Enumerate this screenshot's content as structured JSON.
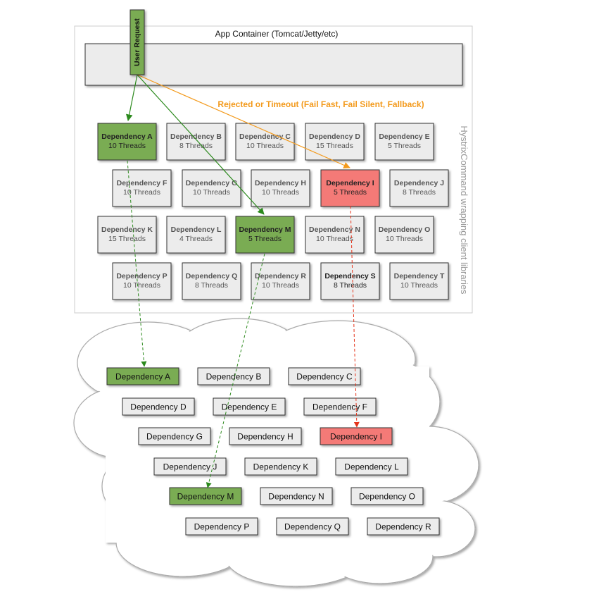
{
  "container_title": "App Container (Tomcat/Jetty/etc)",
  "user_request": "User Request",
  "rejected_label": "Rejected or Timeout (Fail Fast, Fail Silent, Fallback)",
  "side_label": "HystrixCommand wrapping client libraries",
  "colors": {
    "green": "#7aac53",
    "red": "#f47a77",
    "gray": "#ececec",
    "orange": "#f39a1c",
    "green_arrow": "#2c8a1d",
    "red_arrow": "#e5331a"
  },
  "pool_rows": [
    [
      {
        "name": "Dependency A",
        "threads": "10 Threads",
        "state": "green"
      },
      {
        "name": "Dependency B",
        "threads": "8 Threads",
        "state": "gray"
      },
      {
        "name": "Dependency C",
        "threads": "10 Threads",
        "state": "gray"
      },
      {
        "name": "Dependency D",
        "threads": "15 Threads",
        "state": "gray"
      },
      {
        "name": "Dependency E",
        "threads": "5 Threads",
        "state": "gray"
      }
    ],
    [
      {
        "name": "Dependency F",
        "threads": "10 Threads",
        "state": "gray"
      },
      {
        "name": "Dependency G",
        "threads": "10 Threads",
        "state": "gray"
      },
      {
        "name": "Dependency H",
        "threads": "10 Threads",
        "state": "gray"
      },
      {
        "name": "Dependency I",
        "threads": "5 Threads",
        "state": "red"
      },
      {
        "name": "Dependency J",
        "threads": "8 Threads",
        "state": "gray"
      }
    ],
    [
      {
        "name": "Dependency K",
        "threads": "15 Threads",
        "state": "gray"
      },
      {
        "name": "Dependency L",
        "threads": "4 Threads",
        "state": "gray"
      },
      {
        "name": "Dependency M",
        "threads": "5 Threads",
        "state": "green"
      },
      {
        "name": "Dependency N",
        "threads": "10 Threads",
        "state": "gray"
      },
      {
        "name": "Dependency O",
        "threads": "10 Threads",
        "state": "gray"
      }
    ],
    [
      {
        "name": "Dependency P",
        "threads": "10 Threads",
        "state": "gray"
      },
      {
        "name": "Dependency Q",
        "threads": "8 Threads",
        "state": "gray"
      },
      {
        "name": "Dependency R",
        "threads": "10 Threads",
        "state": "gray"
      },
      {
        "name": "Dependency S",
        "threads": "8 Threads",
        "state": "gray-bold"
      },
      {
        "name": "Dependency T",
        "threads": "10 Threads",
        "state": "gray"
      }
    ]
  ],
  "cloud_rows": [
    [
      {
        "name": "Dependency A",
        "state": "green"
      },
      {
        "name": "Dependency B",
        "state": "gray"
      },
      {
        "name": "Dependency C",
        "state": "gray"
      }
    ],
    [
      {
        "name": "Dependency D",
        "state": "gray"
      },
      {
        "name": "Dependency E",
        "state": "gray"
      },
      {
        "name": "Dependency F",
        "state": "gray"
      }
    ],
    [
      {
        "name": "Dependency G",
        "state": "gray"
      },
      {
        "name": "Dependency H",
        "state": "gray"
      },
      {
        "name": "Dependency I",
        "state": "red"
      }
    ],
    [
      {
        "name": "Dependency J",
        "state": "gray"
      },
      {
        "name": "Dependency K",
        "state": "gray"
      },
      {
        "name": "Dependency L",
        "state": "gray"
      }
    ],
    [
      {
        "name": "Dependency M",
        "state": "green"
      },
      {
        "name": "Dependency N",
        "state": "gray"
      },
      {
        "name": "Dependency O",
        "state": "gray"
      }
    ],
    [
      {
        "name": "Dependency P",
        "state": "gray"
      },
      {
        "name": "Dependency Q",
        "state": "gray"
      },
      {
        "name": "Dependency R",
        "state": "gray"
      }
    ]
  ]
}
